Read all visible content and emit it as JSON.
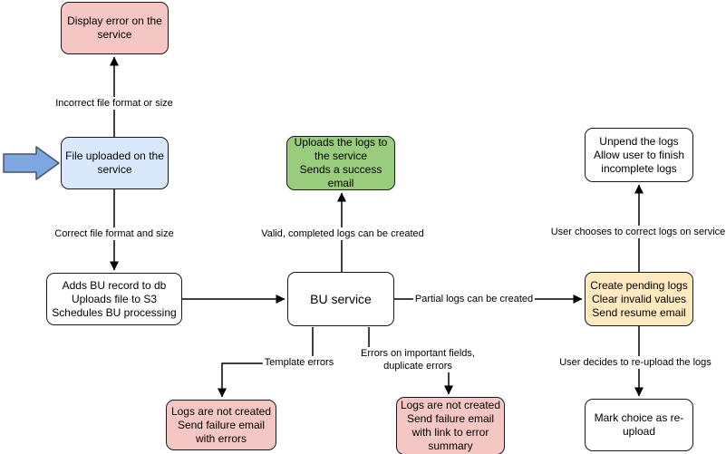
{
  "diagram": {
    "nodes": [
      {
        "id": "display-error",
        "text": "Display error on the\nservice",
        "fill": "#f5c7c4"
      },
      {
        "id": "file-uploaded",
        "text": "File uploaded on the\nservice",
        "fill": "#dae8fc"
      },
      {
        "id": "adds-bu-record",
        "text": "Adds BU record to db\nUploads file to S3\nSchedules BU processing",
        "fill": "#ffffff"
      },
      {
        "id": "bu-service",
        "text": "BU service",
        "fill": "#ffffff"
      },
      {
        "id": "uploads-logs-success",
        "text": "Uploads the logs to\nthe service\nSends a success\nemail",
        "fill": "#9acc7e"
      },
      {
        "id": "unpend-logs",
        "text": "Unpend the logs\nAllow user to finish\nincomplete logs",
        "fill": "#ffffff"
      },
      {
        "id": "create-pending-logs",
        "text": "Create pending logs\nClear invalid values\nSend resume email",
        "fill": "#ffe9bf"
      },
      {
        "id": "mark-choice-reupload",
        "text": "Mark choice as re-\nupload",
        "fill": "#ffffff"
      },
      {
        "id": "logs-not-created-errors",
        "text": "Logs are not created\nSend failure email\nwith errors",
        "fill": "#f5c7c4"
      },
      {
        "id": "logs-not-created-summary",
        "text": "Logs are not created\nSend failure email\nwith link to error\nsummary",
        "fill": "#f5c7c4"
      }
    ],
    "edge_labels": [
      {
        "id": "incorrect-format",
        "text": "Incorrect file format or size"
      },
      {
        "id": "correct-format",
        "text": "Correct file format and size"
      },
      {
        "id": "valid-logs",
        "text": "Valid, completed logs can be created"
      },
      {
        "id": "partial-logs",
        "text": "Partial logs can be created"
      },
      {
        "id": "template-errors",
        "text": "Template errors"
      },
      {
        "id": "field-errors",
        "text": "Errors on important fields,\nduplicate errors"
      },
      {
        "id": "user-corrects",
        "text": "User chooses to correct logs on service"
      },
      {
        "id": "user-reuploads",
        "text": "User decides to re-upload the logs"
      }
    ],
    "colors": {
      "node_stroke": "#1a1a1a",
      "error_fill": "#f5c7c4",
      "input_fill": "#dae8fc",
      "success_fill": "#9acc7e",
      "pending_fill": "#ffe9bf",
      "plain_fill": "#ffffff",
      "entry_arrow_fill": "#7ea6e0",
      "entry_arrow_stroke": "#44546a",
      "connector": "#000000"
    }
  }
}
